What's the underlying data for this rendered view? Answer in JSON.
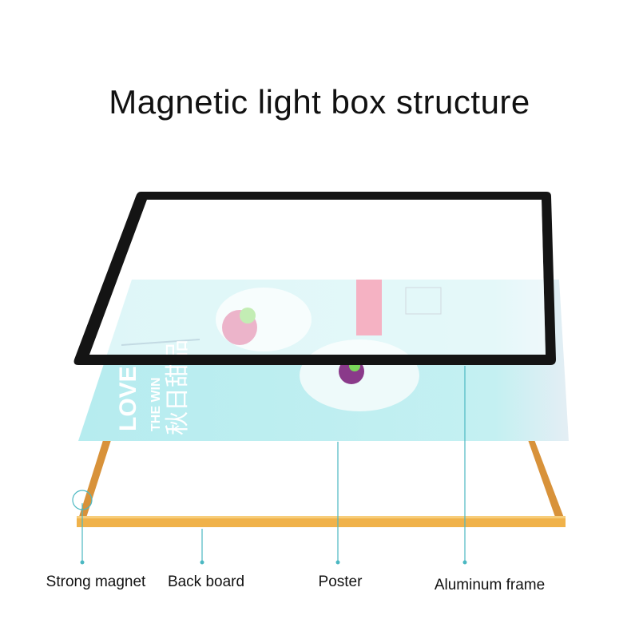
{
  "title": "Magnetic light box structure",
  "callouts": [
    {
      "label": "Strong magnet"
    },
    {
      "label": "Back board"
    },
    {
      "label": "Poster"
    },
    {
      "label": "Aluminum frame"
    }
  ],
  "poster_lettering": [
    "LOVE",
    "THE WIN",
    "秋日甜品"
  ],
  "colors": {
    "frame_black": "#141414",
    "poster_cyan": "#bdeef0",
    "back_frame_gold": "#f0b24a",
    "callout_line": "#4bb8c2"
  }
}
